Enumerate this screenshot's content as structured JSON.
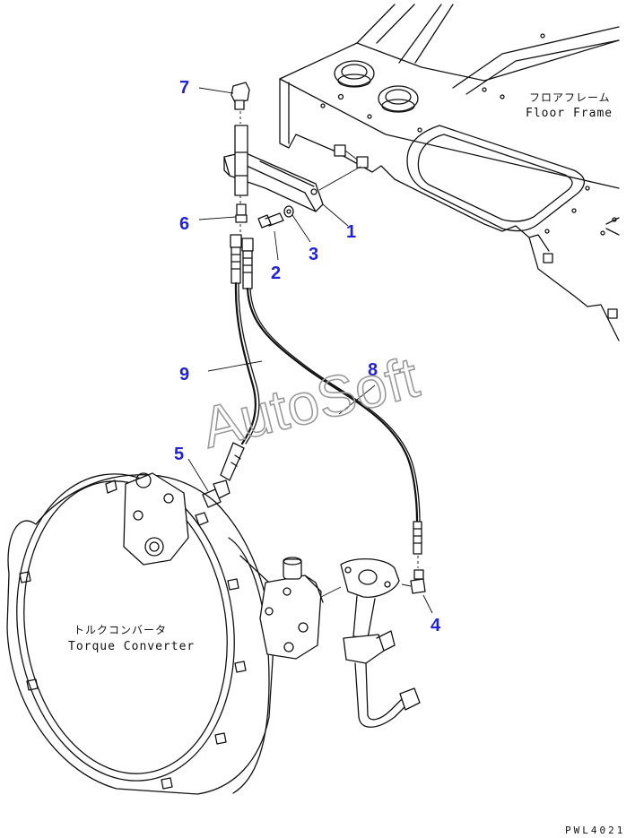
{
  "figure_code": "PWL4021",
  "watermark": "AutoSoft",
  "labels": {
    "floor_frame_jp": "フロアフレーム",
    "floor_frame_en": "Floor Frame",
    "torque_converter_jp": "トルクコンバータ",
    "torque_converter_en": "Torque Converter"
  },
  "callouts": [
    {
      "id": "1",
      "text": "1"
    },
    {
      "id": "2",
      "text": "2"
    },
    {
      "id": "3",
      "text": "3"
    },
    {
      "id": "4",
      "text": "4"
    },
    {
      "id": "5",
      "text": "5"
    },
    {
      "id": "6",
      "text": "6"
    },
    {
      "id": "7",
      "text": "7"
    },
    {
      "id": "8",
      "text": "8"
    },
    {
      "id": "9",
      "text": "9"
    }
  ],
  "colors": {
    "callout": "#2222dd",
    "line": "#111111",
    "watermark": "#9a9a9a"
  }
}
